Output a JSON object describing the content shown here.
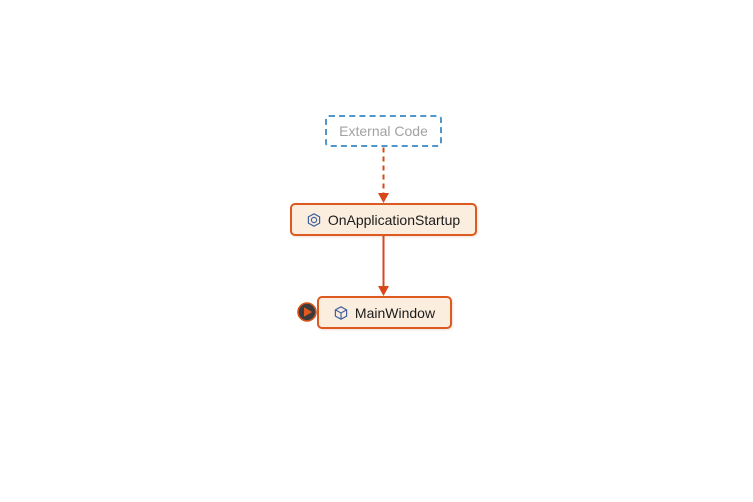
{
  "diagram": {
    "kind": "code-map-call-graph",
    "background": "#FFFFFF",
    "nodes": [
      {
        "id": "external-code",
        "label": "External Code",
        "kind": "external-code-group",
        "border_color": "#4E96CC",
        "border_style": "dashed",
        "fill_color": "#FFFFFF",
        "text_color": "#A2A2A2"
      },
      {
        "id": "OnApplicationStartup",
        "label": "OnApplicationStartup",
        "kind": "method",
        "icon": "hex-sphere-icon",
        "border_color": "#DC5A20",
        "border_style": "solid",
        "fill_color": "#FCEEDF",
        "text_color": "#1B1B1B"
      },
      {
        "id": "MainWindow",
        "label": "MainWindow",
        "kind": "class",
        "icon": "cube-icon",
        "border_color": "#DC5A20",
        "border_style": "solid",
        "fill_color": "#FCEEDF",
        "text_color": "#1B1B1B"
      }
    ],
    "edges": [
      {
        "from": "External Code",
        "to": "OnApplicationStartup",
        "style": "dashed",
        "color": "#D8481A",
        "arrowhead": "filled-triangle-down"
      },
      {
        "from": "OnApplicationStartup",
        "to": "MainWindow",
        "style": "solid",
        "color": "#D8481A",
        "arrowhead": "filled-triangle-down"
      }
    ],
    "badges": [
      {
        "attached_to": "MainWindow",
        "type": "expand-incoming-calls",
        "position": "left",
        "circle_color": "#3B3B3B",
        "ring_color": "#D9531C",
        "arrow_color": "#E2591E"
      }
    ],
    "icon_color": "#41619E"
  }
}
